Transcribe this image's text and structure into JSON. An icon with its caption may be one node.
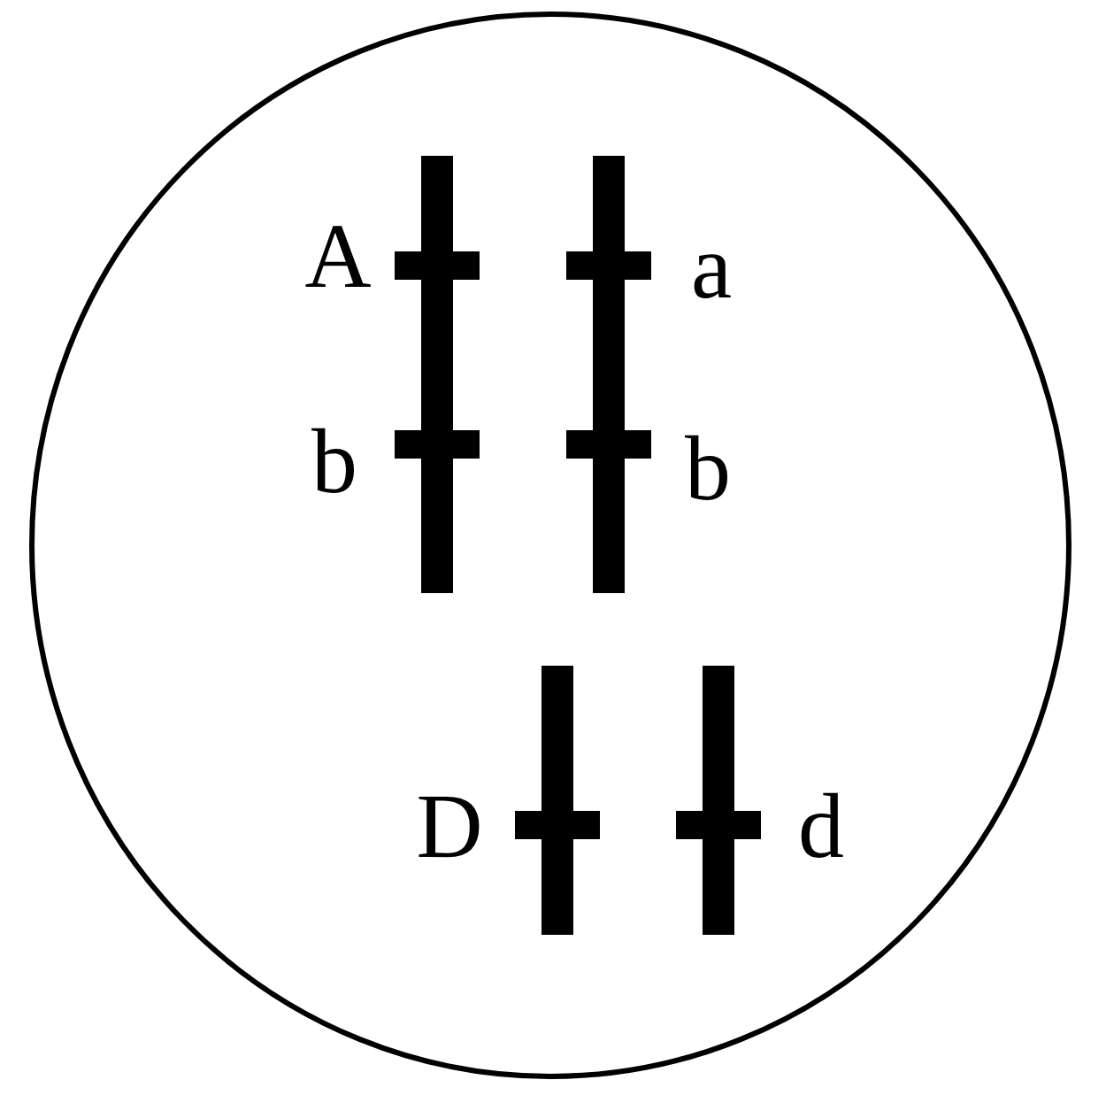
{
  "diagram": {
    "labels": [
      "A",
      "a",
      "b",
      "b",
      "D",
      "d"
    ]
  }
}
